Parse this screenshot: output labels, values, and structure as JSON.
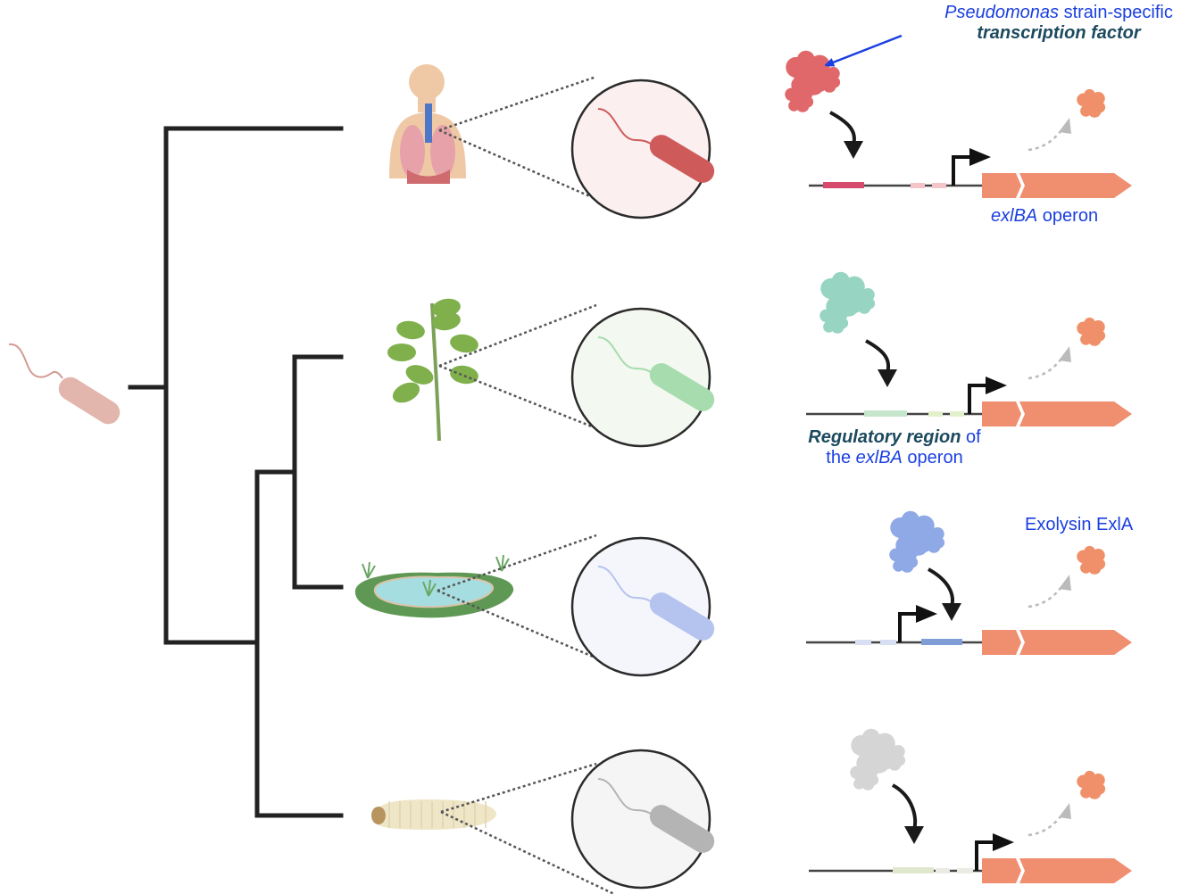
{
  "figure": {
    "ancestor": {
      "label": "ancestral-bacterium"
    },
    "colors": {
      "tree": "#222222",
      "label_blue": "#1a3fe0",
      "label_dark": "#1c4a5e",
      "operon": "#f08e70",
      "exolysin": "#f0906a",
      "dna": "#444444",
      "promoter": "#111111",
      "dashed_arrow": "#bbbbbb"
    },
    "rows": [
      {
        "host": "human-lungs",
        "bacterium_color": "#cf5a5a",
        "circle_bg": "#fbefef",
        "tf_color": "#e0686a",
        "tf_shape": "curl",
        "binding_site_color": "#d64a6c",
        "box_color": "#f5c4c8",
        "binding_before_promoter": true
      },
      {
        "host": "plant",
        "bacterium_color": "#a6dcae",
        "circle_bg": "#f3f8f0",
        "tf_color": "#98d4c2",
        "tf_shape": "hook",
        "binding_site_color": "#c6e6cc",
        "box_color": "#e3f0cc",
        "binding_before_promoter": true
      },
      {
        "host": "pond",
        "bacterium_color": "#b5c3ef",
        "circle_bg": "#f5f6fc",
        "tf_color": "#8fa9e6",
        "tf_shape": "hook",
        "binding_site_color": "#7f9ed8",
        "box_color": "#d8dff2",
        "binding_before_promoter": false
      },
      {
        "host": "insect-larva",
        "bacterium_color": "#b4b4b4",
        "circle_bg": "#f6f5f5",
        "tf_color": "#d5d5d5",
        "tf_shape": "cloud",
        "binding_site_color": "#dfe8cf",
        "box_color": "#ebebe4",
        "binding_before_promoter": true
      }
    ]
  },
  "labels": {
    "tf_line1_italic": "Pseudomonas",
    "tf_line1_rest": " strain-specific",
    "tf_line2": "transcription factor",
    "operon_italic": "exlBA",
    "operon_rest": " operon",
    "reg_bold": "Regulatory region",
    "reg_of": " of",
    "reg_line2_pre": "the ",
    "reg_line2_italic": "exlBA",
    "reg_line2_rest": " operon",
    "exolysin": "Exolysin ExlA"
  }
}
